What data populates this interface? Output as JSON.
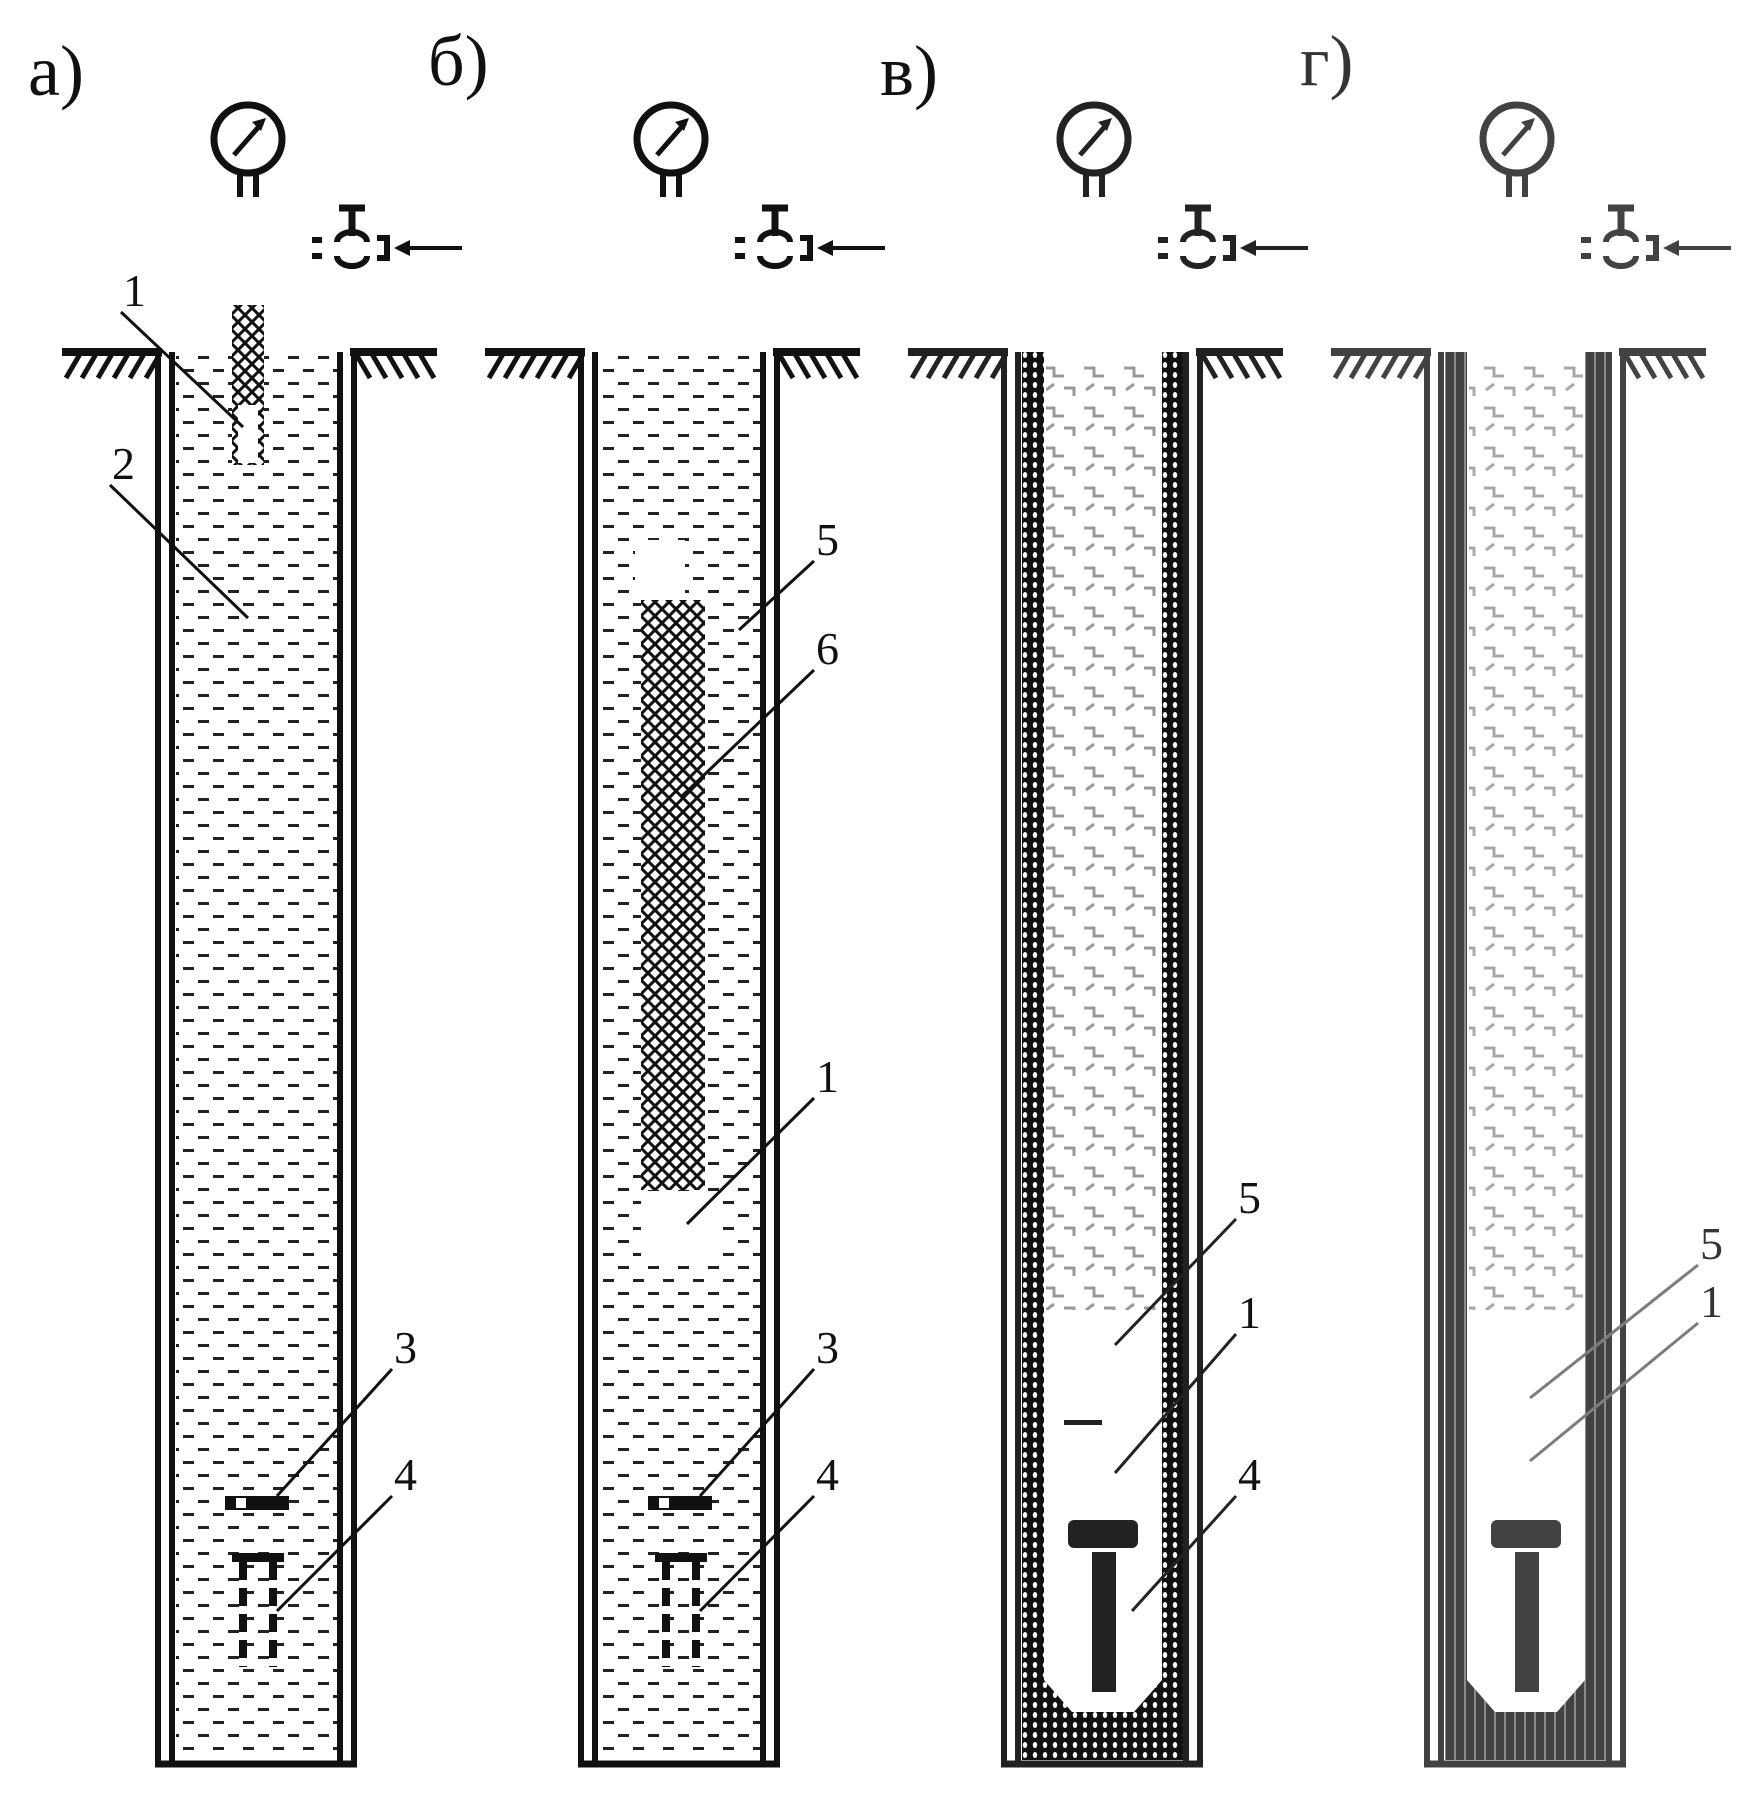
{
  "figure": {
    "panels": [
      {
        "label": "а)",
        "state": "mud",
        "callouts": [
          "1",
          "2",
          "3",
          "4"
        ]
      },
      {
        "label": "б)",
        "state": "cement_in_casing",
        "callouts": [
          "5",
          "6",
          "1",
          "3",
          "4"
        ]
      },
      {
        "label": "в)",
        "state": "displacement",
        "callouts": [
          "5",
          "1",
          "4"
        ]
      },
      {
        "label": "г)",
        "state": "final",
        "callouts": [
          "5",
          "1"
        ]
      }
    ],
    "colors": {
      "ink": "#111111",
      "faded_ink": "#777777",
      "background": "#ffffff"
    }
  }
}
